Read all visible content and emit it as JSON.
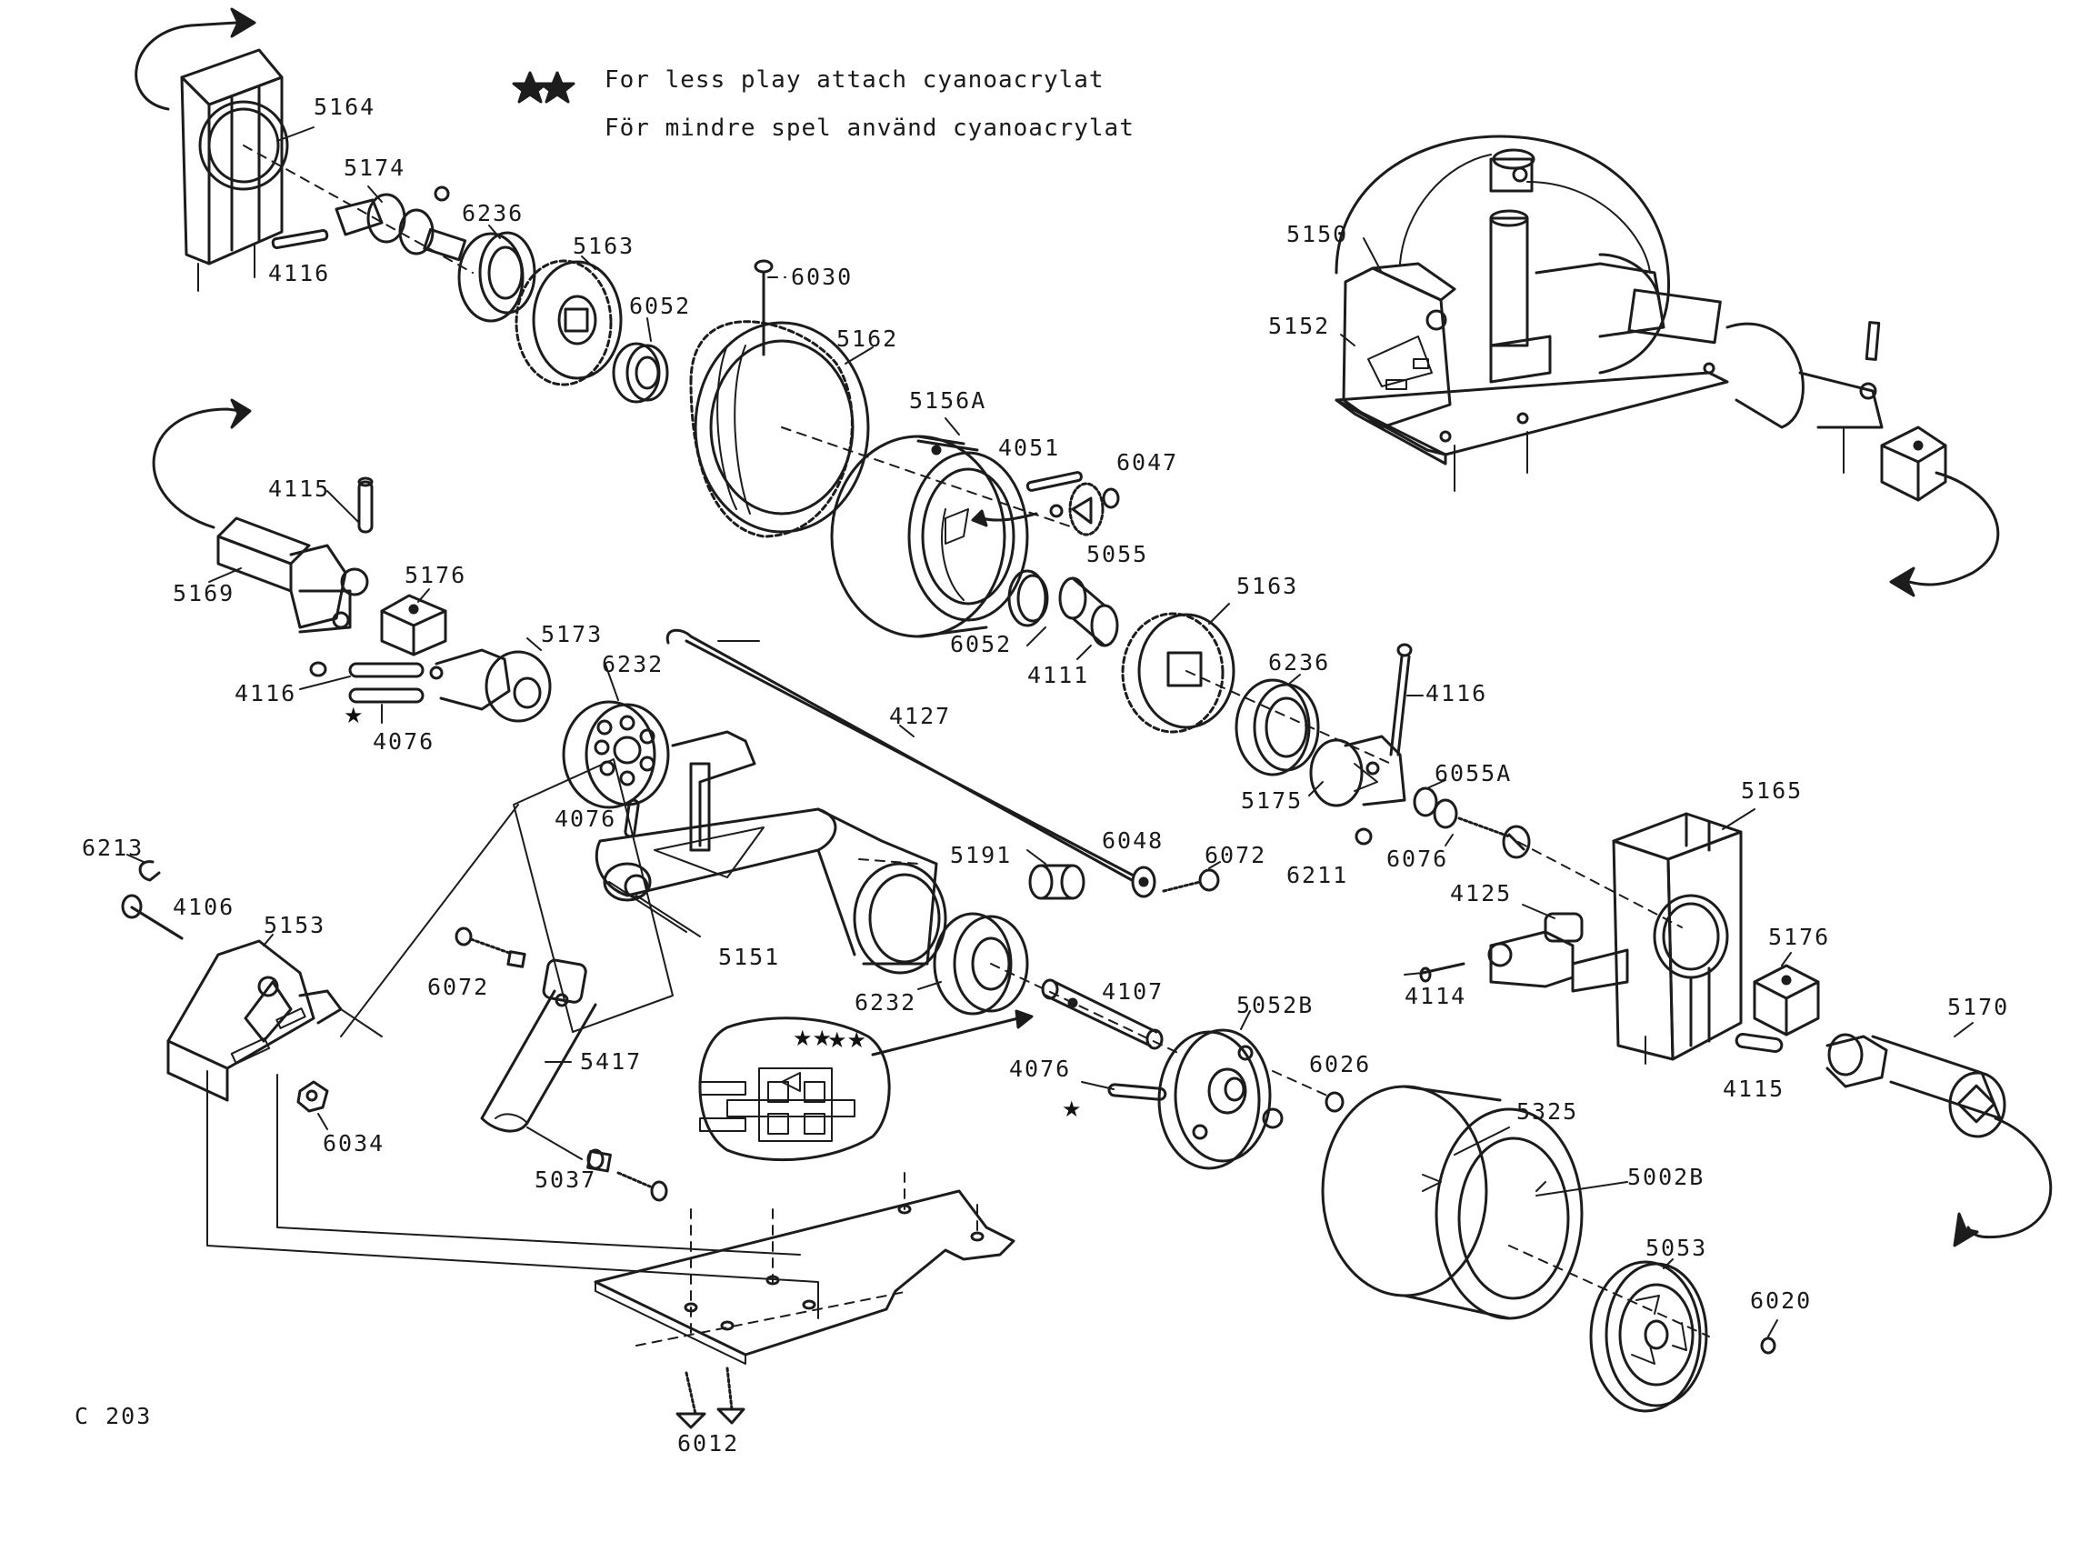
{
  "note": {
    "stars": "★★",
    "line1": "For less play attach cyanoacrylat",
    "line2": "För mindre spel använd cyanoacrylat"
  },
  "figure_code": "C 203",
  "parts": {
    "p5164": "5164",
    "p5174": "5174",
    "p6236a": "6236",
    "p4116a": "4116",
    "p5163a": "5163",
    "p6030": "6030",
    "p6052a": "6052",
    "p5162": "5162",
    "p5156A": "5156A",
    "p4051": "4051",
    "p6047": "6047",
    "p5055": "5055",
    "p6052b": "6052",
    "p4111": "4111",
    "p5163b": "5163",
    "p6236b": "6236",
    "p4116b": "4116",
    "p5150": "5150",
    "p5152": "5152",
    "p4115a": "4115",
    "p5169": "5169",
    "p5176a": "5176",
    "p5173": "5173",
    "p4116c": "4116",
    "p4076a": "4076",
    "p6232a": "6232",
    "p4127": "4127",
    "p4076b": "4076",
    "p5175": "5175",
    "p6055A": "6055A",
    "p6211": "6211",
    "p6076": "6076",
    "p5165": "5165",
    "p6213": "6213",
    "p4106": "4106",
    "p5153": "5153",
    "p6048": "6048",
    "p6072a": "6072",
    "p5191": "5191",
    "p5151": "5151",
    "p4125": "4125",
    "p4114": "4114",
    "p5176b": "5176",
    "p6072b": "6072",
    "p6232b": "6232",
    "p4107": "4107",
    "p5052B": "5052B",
    "p6026": "6026",
    "p5170": "5170",
    "p4115b": "4115",
    "p5417": "5417",
    "p4076c": "4076",
    "p6034": "6034",
    "p5037": "5037",
    "p5325": "5325",
    "p5002B": "5002B",
    "p5053": "5053",
    "p6020": "6020",
    "p6012": "6012"
  },
  "markers": {
    "star": "★",
    "double_star": "★★"
  }
}
